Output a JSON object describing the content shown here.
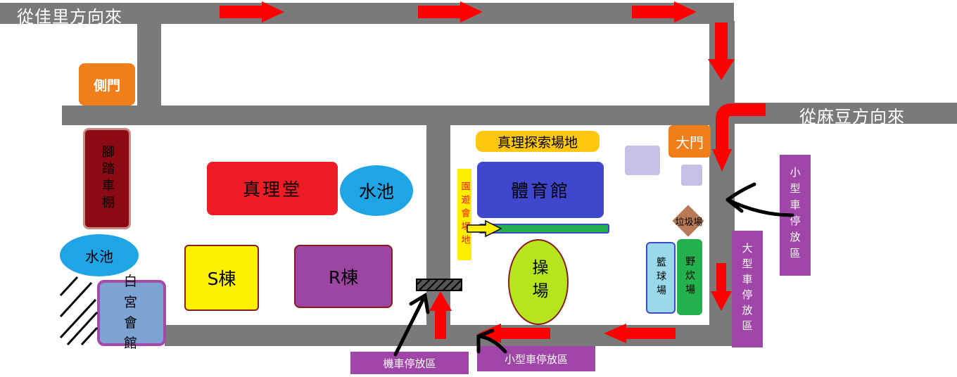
{
  "directions": {
    "from_jiali": "從佳里方向來",
    "from_madou": "從麻豆方向來"
  },
  "gates": {
    "side_gate": "側門",
    "main_gate": "大門"
  },
  "buildings": {
    "bike_shed": "腳踏車棚",
    "pond_left": "水池",
    "white_palace": "白宮會館",
    "truth_hall": "真理堂",
    "pond_center": "水池",
    "s_building": "S棟",
    "r_building": "R棟",
    "truth_field": "真理探索場地",
    "gymnasium": "體育館",
    "garden_field": "園遊會場地",
    "playground": "操場",
    "garbage": "垃圾場",
    "basketball": "籃球場",
    "bbq": "野炊場"
  },
  "parking": {
    "small_car_right": "小型車停放區",
    "large_car": "大型車停放區",
    "scooter": "機車停放區",
    "small_car_bottom": "小型車停放區"
  },
  "colors": {
    "road": "#7a7a7a",
    "arrow": "#ff0000",
    "parking_label": "#a046a8",
    "side_gate": "#f07e1b",
    "main_gate": "#f07e1b",
    "bike_shed": "#8b0a14",
    "pond": "#1fa5e6",
    "white_palace": "#7da2d4",
    "truth_hall": "#ee1c24",
    "s_building": "#fff200",
    "r_building": "#9d45a3",
    "truth_field": "#ffc80f",
    "gymnasium": "#3f48cc",
    "garden_field": "#ffee00",
    "playground": "#b5e61d",
    "garbage": "#b97a57",
    "basketball": "#99d9ea",
    "bbq": "#22b14c",
    "lavender": "#c8bfe7"
  }
}
